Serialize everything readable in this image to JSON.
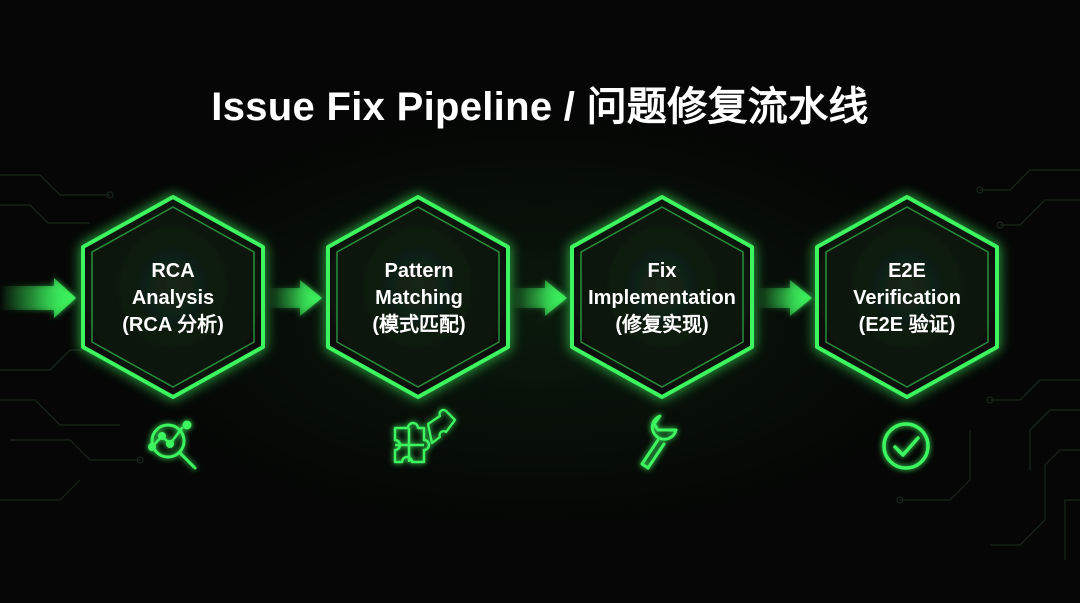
{
  "title": "Issue Fix Pipeline / 问题修复流水线",
  "colors": {
    "accent": "#3df55e",
    "background": "#050605",
    "node_fill": "#0b140c",
    "text": "#ffffff"
  },
  "steps": [
    {
      "lines": [
        "RCA",
        "Analysis",
        "(RCA 分析)"
      ],
      "icon": "magnifier-chart-icon"
    },
    {
      "lines": [
        "Pattern",
        "Matching",
        "(模式匹配)"
      ],
      "icon": "puzzle-icon"
    },
    {
      "lines": [
        "Fix",
        "Implementation",
        "(修复实现)"
      ],
      "icon": "wrench-icon"
    },
    {
      "lines": [
        "E2E",
        "Verification",
        "(E2E 验证)"
      ],
      "icon": "checkmark-circle-icon"
    }
  ]
}
